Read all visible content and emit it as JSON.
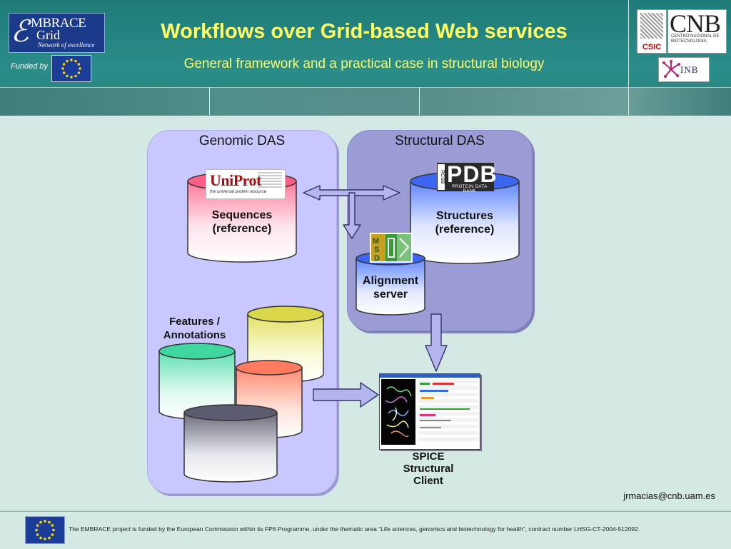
{
  "header": {
    "title": "Workflows over Grid-based Web services",
    "subtitle": "General framework and a practical case in structural biology",
    "logo_embrace": {
      "line1": "MBRACE",
      "line2": "Grid",
      "tagline": "Network of excellence"
    },
    "funded_by": "Funded by",
    "logo_csic": "CSIC",
    "logo_cnb": {
      "big": "CNB",
      "small": "CENTRO NACIONAL DE BIOTECNOLOGIA"
    },
    "logo_inb": "INB"
  },
  "panels": {
    "genomic": {
      "title": "Genomic DAS"
    },
    "structural": {
      "title": "Structural DAS"
    }
  },
  "nodes": {
    "sequences": {
      "label_line1": "Sequences",
      "label_line2": "(reference)",
      "logo_name": "UniProt",
      "logo_tag": "the universal protein resource"
    },
    "structures": {
      "label_line1": "Structures",
      "label_line2": "(reference)",
      "logo_name": "PDB",
      "logo_tag": "PROTEIN DATA BANK",
      "logo_side": "RCSB"
    },
    "alignment": {
      "label_line1": "Alignment",
      "label_line2": "server",
      "logo_name": "MSD"
    },
    "features": {
      "label_line1": "Features /",
      "label_line2": "Annotations"
    },
    "spice": {
      "label_line1": "SPICE",
      "label_line2": "Structural",
      "label_line3": "Client"
    }
  },
  "contact": "jrmacias@cnb.uam.es",
  "footer": {
    "text": "The EMBRACE project is funded by the European Commission within its FP6 Programme, under the thematic area \"Life sciences, genomics and biotechnology for health\", contract number LHSG-CT-2004-512092."
  },
  "colors": {
    "header_bg": "#2b8d89",
    "title": "#ffff66",
    "genomic_panel": "#c8c8ff",
    "structural_panel": "#9b9bd6",
    "arrow_fill": "#b4b4ef",
    "arrow_stroke": "#333366"
  }
}
